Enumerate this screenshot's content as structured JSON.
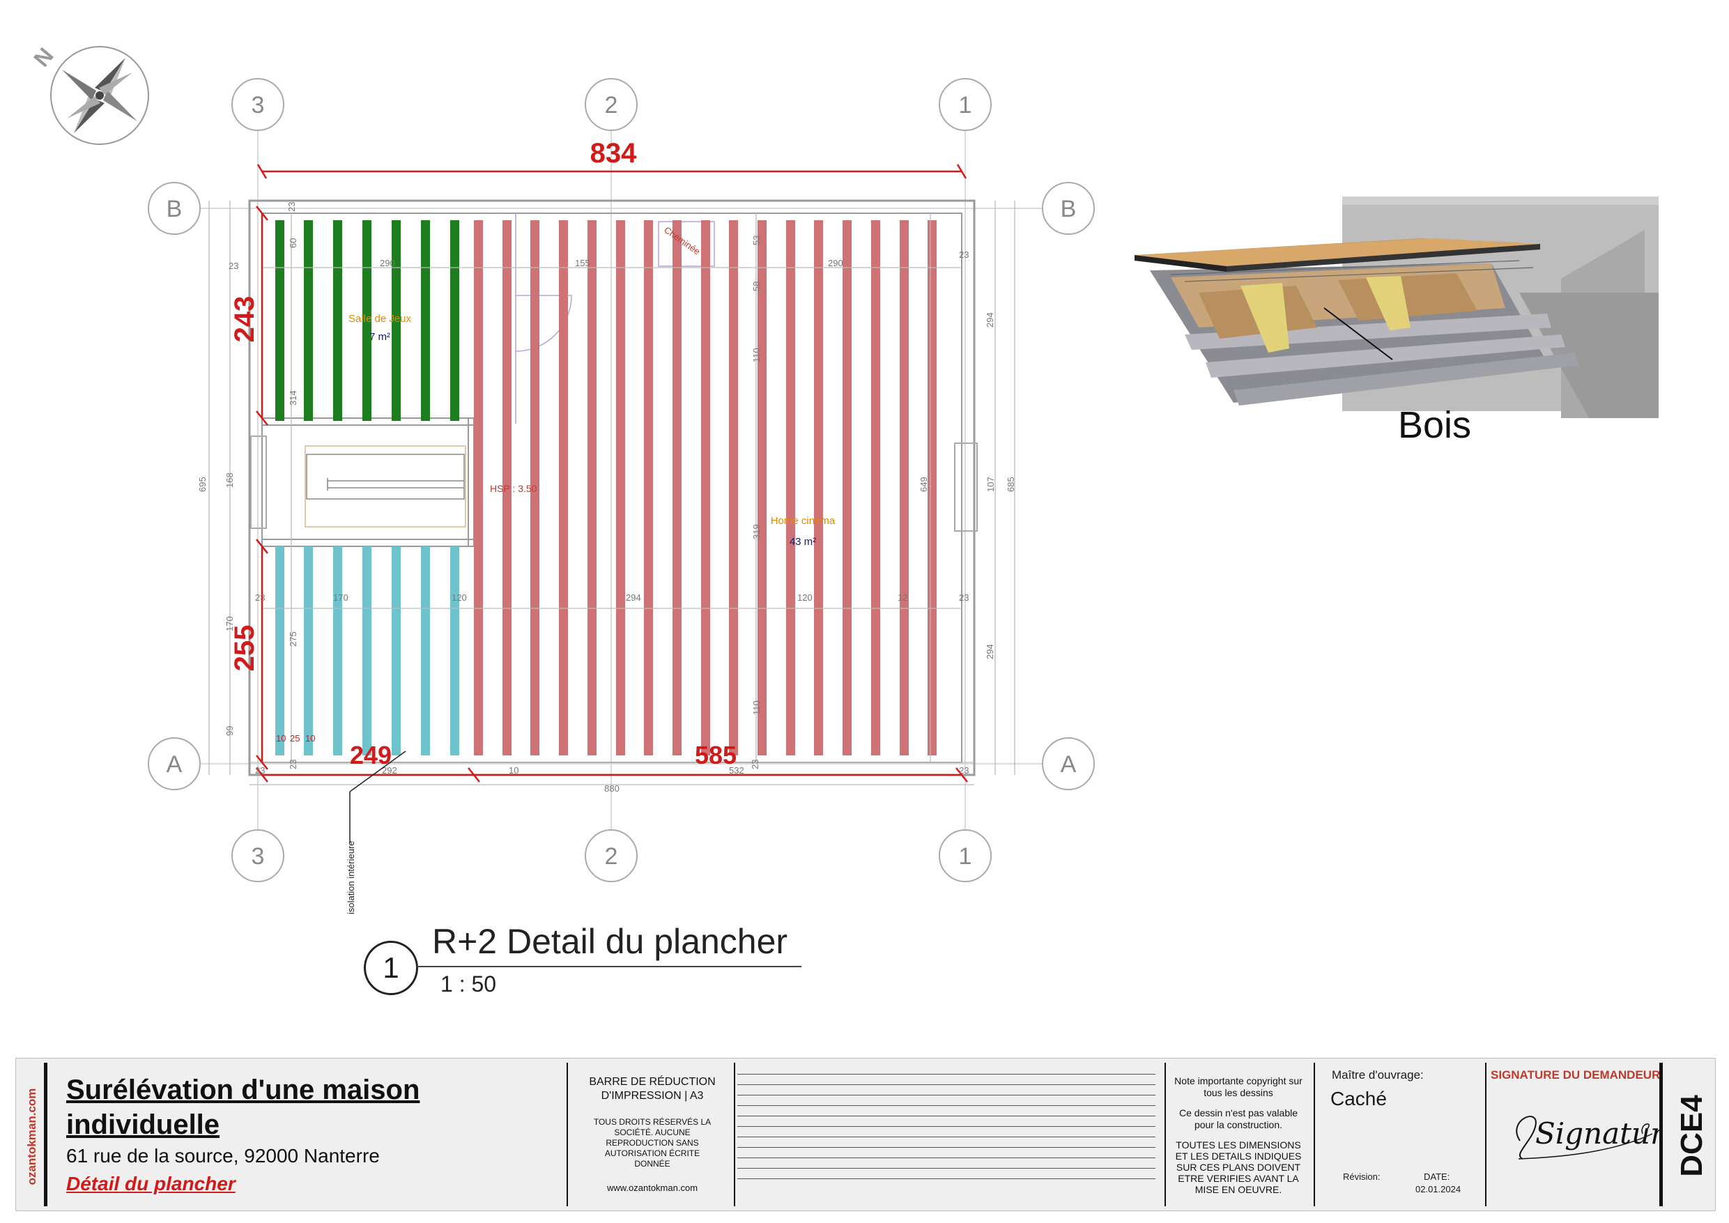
{
  "plan": {
    "grid_axes": [
      "3",
      "2",
      "1",
      "B",
      "A"
    ],
    "north_label": "N",
    "dim_total_top": "834",
    "dim_left_top": "243",
    "dim_left_bottom": "255",
    "dim_bottom_left": "249",
    "dim_bottom_right": "585",
    "dim_overall_bottom": "880",
    "dim_small": {
      "d23": "23",
      "d60": "60",
      "d290": "290",
      "d155": "155",
      "d53": "53",
      "d58": "58",
      "d110": "110",
      "d314": "314",
      "d168": "168",
      "d695": "695",
      "d294": "294",
      "d107": "107",
      "d649": "649",
      "d319": "319",
      "d170": "170",
      "d120": "120",
      "d275": "275",
      "d99": "99",
      "d10": "10",
      "d25": "25",
      "d292": "292",
      "d532": "532",
      "d12": "12",
      "d685": "685"
    },
    "room_1_name": "Salle de Jeux",
    "room_1_area": "7 m²",
    "room_2_name": "Home cinema",
    "room_2_area": "43 m²",
    "hsp_label": "HSP : 3.50",
    "chimney_label": "Cheminée",
    "isolation_label": "isolation intérieure"
  },
  "detail": {
    "material_label": "Bois"
  },
  "view": {
    "number": "1",
    "title": "R+2 Detail du plancher",
    "scale": "1 : 50"
  },
  "titleblock": {
    "website_vertical": "ozantokman.com",
    "project_title": "Surélévation d'une maison individuelle",
    "address": "61  rue de la source, 92000 Nanterre",
    "sheet_title": "Détail du plancher",
    "print_bar_title": "BARRE DE RÉDUCTION D'IMPRESSION | A3",
    "rights": "TOUS DROITS RÉSERVÉS LA SOCIÉTÉ. AUCUNE REPRODUCTION SANS AUTORISATION ÉCRITE DONNÉE",
    "website": "www.ozantokman.com",
    "note_copyright": "Note importante copyright sur tous les dessins",
    "note_not_valid": "Ce dessin n'est pas valable pour la construction.",
    "note_dimensions": "TOUTES LES DIMENSIONS ET LES DETAILS INDIQUES SUR CES PLANS DOIVENT ETRE VERIFIES AVANT LA MISE EN OEUVRE.",
    "owner_label": "Maître d'ouvrage:",
    "owner_value": "Caché",
    "revision_label": "Révision:",
    "date_label": "DATE:",
    "date_value": "02.01.2024",
    "signature_label": "SIGNATURE DU DEMANDEUR",
    "signature_text": "Signature",
    "sheet_code": "DCE4"
  },
  "colors": {
    "dimension_red": "#d11a1a",
    "joist_green": "#1e7d1e",
    "joist_red": "#cf7275",
    "joist_cyan": "#6fc3cc",
    "room_label_orange": "#e08a00"
  }
}
